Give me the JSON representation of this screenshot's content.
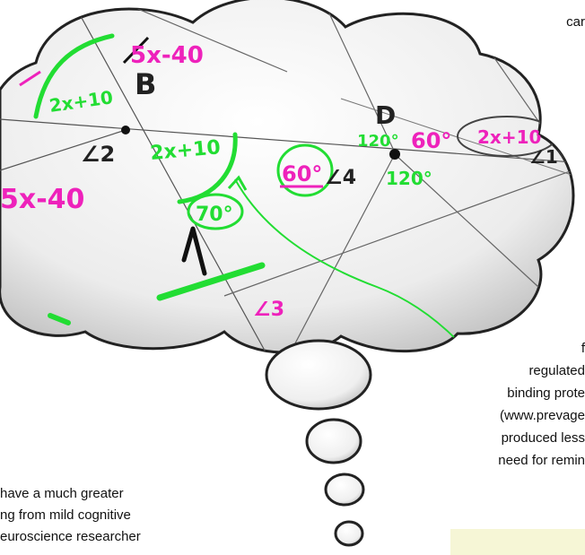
{
  "background_text": {
    "top_right": "car",
    "right_lines": [
      "f",
      "regulated",
      "binding prote",
      "(www.prevage",
      "produced less",
      "need for remin"
    ],
    "left_lines": [
      "have a much greater",
      "ng from mild cognitive",
      "euroscience researcher"
    ]
  },
  "annotations": {
    "magenta_top": "5x-40",
    "black_b": "B",
    "green_left": "2x+10",
    "black_angle2": "∠2",
    "magenta_left": "5x-40",
    "green_mid": "2x+10",
    "circled_70": "70°",
    "circled_60": "60°",
    "black_angle4": "∠4",
    "green_120_bottom": "120°",
    "black_d": "D",
    "green_120_top": "120°",
    "magenta_60": "60°",
    "magenta_right": "2x+10",
    "black_angle1": "∠1",
    "magenta_angle3": "∠3"
  },
  "colors": {
    "green": "#22dd33",
    "magenta": "#ee22bb",
    "ink": "#222222",
    "cloud_fill": "#eeeeee",
    "cloud_stroke": "#222222"
  }
}
